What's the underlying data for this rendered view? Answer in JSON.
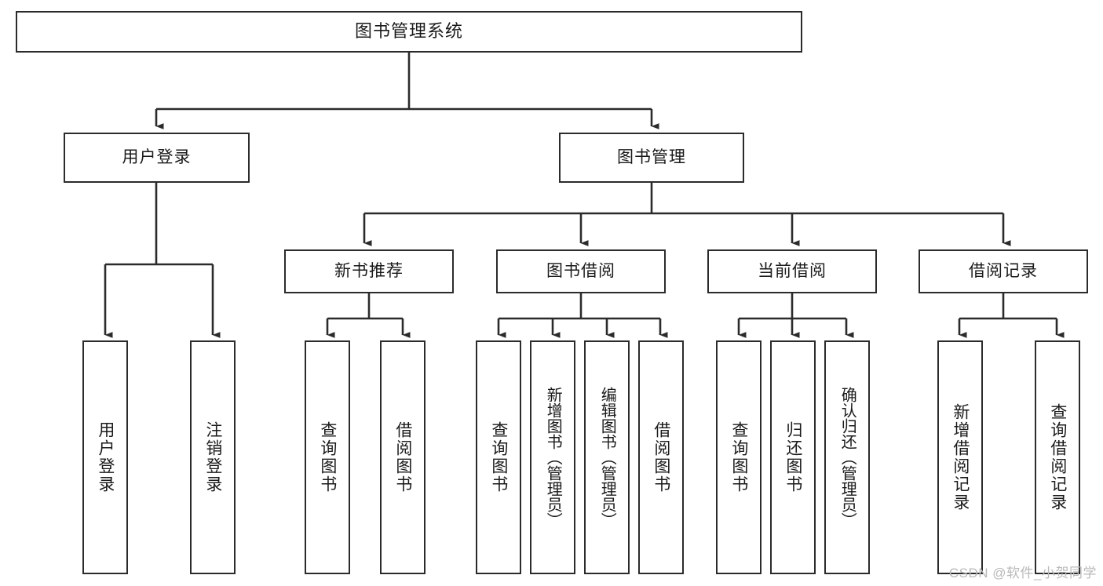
{
  "diagram": {
    "title": "图书管理系统",
    "type": "tree-hierarchy-chart",
    "colors": {
      "background": "#ffffff",
      "box_border": "#2b2b2b",
      "box_fill": "#ffffff",
      "text": "#1a1a1a",
      "connector": "#2b2b2b",
      "watermark": "#b9b9b9"
    },
    "root": {
      "label": "图书管理系统"
    },
    "level2": [
      {
        "label": "用户登录"
      },
      {
        "label": "图书管理"
      }
    ],
    "level3": [
      {
        "label": "新书推荐"
      },
      {
        "label": "图书借阅"
      },
      {
        "label": "当前借阅"
      },
      {
        "label": "借阅记录"
      }
    ],
    "leaves": {
      "user_login": [
        {
          "label": "用户登录"
        },
        {
          "label": "注销登录"
        }
      ],
      "new_book_recommend": [
        {
          "label": "查询图书"
        },
        {
          "label": "借阅图书"
        }
      ],
      "book_borrow": [
        {
          "label": "查询图书"
        },
        {
          "label": "新增图书（管理员）"
        },
        {
          "label": "编辑图书（管理员）"
        },
        {
          "label": "借阅图书"
        }
      ],
      "current_borrow": [
        {
          "label": "查询图书"
        },
        {
          "label": "归还图书"
        },
        {
          "label": "确认归还（管理员）"
        }
      ],
      "borrow_record": [
        {
          "label": "新增借阅记录"
        },
        {
          "label": "查询借阅记录"
        }
      ]
    }
  },
  "watermark": {
    "text": "CSDN @软件_小贺同学"
  }
}
